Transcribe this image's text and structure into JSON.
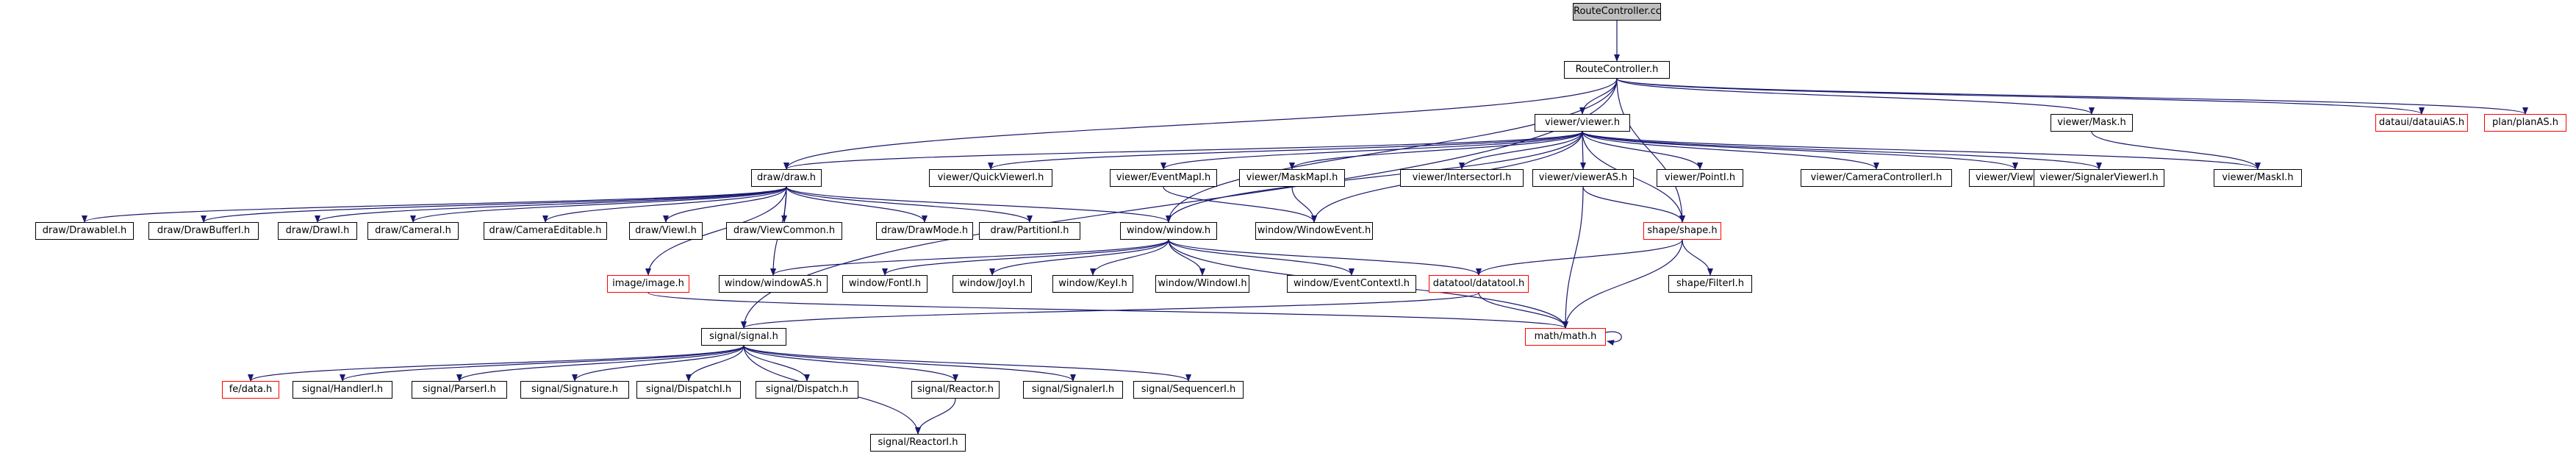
{
  "graph": {
    "root": "RouteController.cc",
    "nodes": {
      "root": {
        "label": "RouteController.cc",
        "outlined_red": false
      },
      "routeh": {
        "label": "RouteController.h",
        "outlined_red": false
      },
      "viewer": {
        "label": "viewer/viewer.h",
        "outlined_red": false
      },
      "mask": {
        "label": "viewer/Mask.h",
        "outlined_red": false
      },
      "dataui": {
        "label": "dataui/datauiAS.h",
        "outlined_red": true
      },
      "plan": {
        "label": "plan/planAS.h",
        "outlined_red": true
      },
      "draw": {
        "label": "draw/draw.h",
        "outlined_red": false
      },
      "quickviewer": {
        "label": "viewer/QuickViewerI.h",
        "outlined_red": false
      },
      "eventmap": {
        "label": "viewer/EventMapI.h",
        "outlined_red": false
      },
      "maskmap": {
        "label": "viewer/MaskMapI.h",
        "outlined_red": false
      },
      "intersector": {
        "label": "viewer/IntersectorI.h",
        "outlined_red": false
      },
      "viewerAS": {
        "label": "viewer/viewerAS.h",
        "outlined_red": false
      },
      "pointi": {
        "label": "viewer/PointI.h",
        "outlined_red": false
      },
      "camctrl": {
        "label": "viewer/CameraControllerI.h",
        "outlined_red": false
      },
      "viewerI": {
        "label": "viewer/ViewerI.h",
        "outlined_red": false
      },
      "signalerviewer": {
        "label": "viewer/SignalerViewerI.h",
        "outlined_red": false
      },
      "maskI": {
        "label": "viewer/MaskI.h",
        "outlined_red": false
      },
      "drawable": {
        "label": "draw/DrawableI.h",
        "outlined_red": false
      },
      "drawbuffer": {
        "label": "draw/DrawBufferI.h",
        "outlined_red": false
      },
      "drawI": {
        "label": "draw/DrawI.h",
        "outlined_red": false
      },
      "camera": {
        "label": "draw/CameraI.h",
        "outlined_red": false
      },
      "cameditable": {
        "label": "draw/CameraEditable.h",
        "outlined_red": false
      },
      "viewI": {
        "label": "draw/ViewI.h",
        "outlined_red": false
      },
      "viewcommon": {
        "label": "draw/ViewCommon.h",
        "outlined_red": false
      },
      "drawmode": {
        "label": "draw/DrawMode.h",
        "outlined_red": false
      },
      "partition": {
        "label": "draw/PartitionI.h",
        "outlined_red": false
      },
      "window": {
        "label": "window/window.h",
        "outlined_red": false
      },
      "windowevent": {
        "label": "window/WindowEvent.h",
        "outlined_red": false
      },
      "shape": {
        "label": "shape/shape.h",
        "outlined_red": true
      },
      "image": {
        "label": "image/image.h",
        "outlined_red": true
      },
      "windowAS": {
        "label": "window/windowAS.h",
        "outlined_red": false
      },
      "fontI": {
        "label": "window/FontI.h",
        "outlined_red": false
      },
      "joyI": {
        "label": "window/JoyI.h",
        "outlined_red": false
      },
      "keyI": {
        "label": "window/KeyI.h",
        "outlined_red": false
      },
      "windowI": {
        "label": "window/WindowI.h",
        "outlined_red": false
      },
      "eventctx": {
        "label": "window/EventContextI.h",
        "outlined_red": false
      },
      "datatool": {
        "label": "datatool/datatool.h",
        "outlined_red": true
      },
      "filterI": {
        "label": "shape/FilterI.h",
        "outlined_red": false
      },
      "signal": {
        "label": "signal/signal.h",
        "outlined_red": false
      },
      "math": {
        "label": "math/math.h",
        "outlined_red": true
      },
      "fedata": {
        "label": "fe/data.h",
        "outlined_red": true
      },
      "handler": {
        "label": "signal/HandlerI.h",
        "outlined_red": false
      },
      "parser": {
        "label": "signal/ParserI.h",
        "outlined_red": false
      },
      "signature": {
        "label": "signal/Signature.h",
        "outlined_red": false
      },
      "dispatchI": {
        "label": "signal/DispatchI.h",
        "outlined_red": false
      },
      "dispatch": {
        "label": "signal/Dispatch.h",
        "outlined_red": false
      },
      "reactor": {
        "label": "signal/Reactor.h",
        "outlined_red": false
      },
      "signaler": {
        "label": "signal/SignalerI.h",
        "outlined_red": false
      },
      "sequencer": {
        "label": "signal/SequencerI.h",
        "outlined_red": false
      },
      "reactorI": {
        "label": "signal/ReactorI.h",
        "outlined_red": false
      }
    },
    "edges": [
      [
        "root",
        "routeh"
      ],
      [
        "routeh",
        "viewer"
      ],
      [
        "routeh",
        "mask"
      ],
      [
        "routeh",
        "dataui"
      ],
      [
        "routeh",
        "plan"
      ],
      [
        "routeh",
        "draw"
      ],
      [
        "routeh",
        "window"
      ],
      [
        "routeh",
        "shape"
      ],
      [
        "routeh",
        "signal"
      ],
      [
        "viewer",
        "draw"
      ],
      [
        "viewer",
        "quickviewer"
      ],
      [
        "viewer",
        "eventmap"
      ],
      [
        "viewer",
        "maskmap"
      ],
      [
        "viewer",
        "intersector"
      ],
      [
        "viewer",
        "viewerAS"
      ],
      [
        "viewer",
        "pointi"
      ],
      [
        "viewer",
        "camctrl"
      ],
      [
        "viewer",
        "viewerI"
      ],
      [
        "viewer",
        "signalerviewer"
      ],
      [
        "viewer",
        "maskI"
      ],
      [
        "viewer",
        "window"
      ],
      [
        "viewer",
        "windowevent"
      ],
      [
        "viewer",
        "shape"
      ],
      [
        "mask",
        "maskI"
      ],
      [
        "eventmap",
        "windowevent"
      ],
      [
        "maskmap",
        "windowevent"
      ],
      [
        "viewerAS",
        "shape"
      ],
      [
        "viewerAS",
        "math"
      ],
      [
        "draw",
        "drawable"
      ],
      [
        "draw",
        "drawbuffer"
      ],
      [
        "draw",
        "drawI"
      ],
      [
        "draw",
        "camera"
      ],
      [
        "draw",
        "cameditable"
      ],
      [
        "draw",
        "viewI"
      ],
      [
        "draw",
        "viewcommon"
      ],
      [
        "draw",
        "drawmode"
      ],
      [
        "draw",
        "partition"
      ],
      [
        "draw",
        "window"
      ],
      [
        "draw",
        "image"
      ],
      [
        "draw",
        "windowAS"
      ],
      [
        "window",
        "windowAS"
      ],
      [
        "window",
        "fontI"
      ],
      [
        "window",
        "joyI"
      ],
      [
        "window",
        "keyI"
      ],
      [
        "window",
        "windowI"
      ],
      [
        "window",
        "eventctx"
      ],
      [
        "window",
        "datatool"
      ],
      [
        "window",
        "math"
      ],
      [
        "shape",
        "datatool"
      ],
      [
        "shape",
        "filterI"
      ],
      [
        "shape",
        "math"
      ],
      [
        "image",
        "math"
      ],
      [
        "datatool",
        "signal"
      ],
      [
        "datatool",
        "math"
      ],
      [
        "math",
        "math"
      ],
      [
        "signal",
        "fedata"
      ],
      [
        "signal",
        "handler"
      ],
      [
        "signal",
        "parser"
      ],
      [
        "signal",
        "signature"
      ],
      [
        "signal",
        "dispatchI"
      ],
      [
        "signal",
        "dispatch"
      ],
      [
        "signal",
        "reactor"
      ],
      [
        "signal",
        "signaler"
      ],
      [
        "signal",
        "sequencer"
      ],
      [
        "signal",
        "reactorI"
      ],
      [
        "reactor",
        "reactorI"
      ]
    ],
    "colors": {
      "edge": "#191970",
      "node_border": "#000000",
      "node_border_red": "#ff0000",
      "root_fill": "#bfbfbf"
    }
  }
}
